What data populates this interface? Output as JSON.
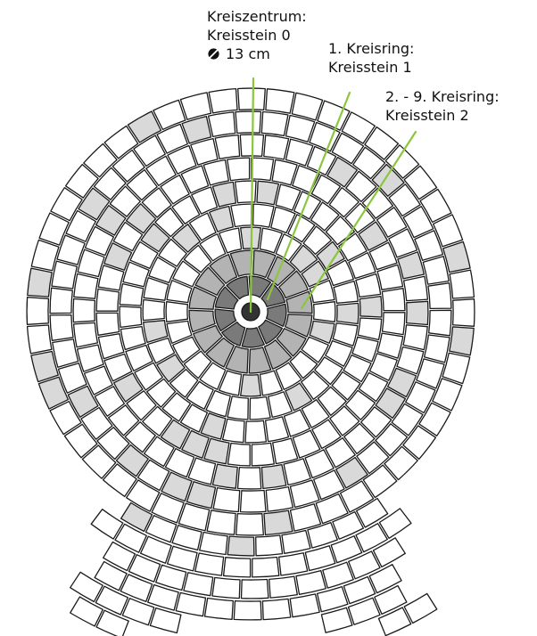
{
  "labels": {
    "center": {
      "line1": "Kreiszentrum:",
      "line2": "Kreisstein 0",
      "size": "13 cm"
    },
    "ring1": {
      "line1": "1. Kreisring:",
      "line2": "Kreisstein 1"
    },
    "rings2to9": {
      "line1": "2. - 9. Kreisring:",
      "line2": "Kreisstein 2"
    }
  },
  "icons": {
    "diameter": "diameter-icon"
  },
  "colors": {
    "pointer": "#8cc63f",
    "stone_white": "#ffffff",
    "stone_light": "#d9d9d9",
    "stone_mid": "#b3b3b3",
    "stone_dark": "#7a7a7a",
    "stone_center": "#333333",
    "outline": "#1a1a1a"
  }
}
